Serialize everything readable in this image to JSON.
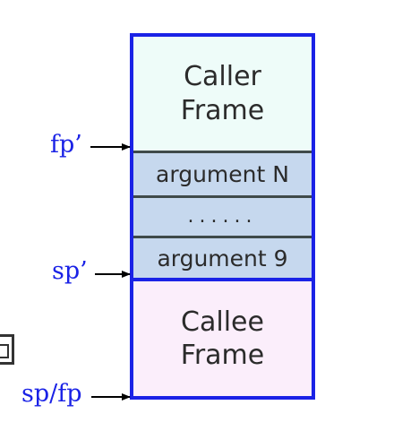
{
  "diagram": {
    "segments": {
      "caller": "Caller\nFrame",
      "argument_n": "argument N",
      "dots": "......",
      "argument_9": "argument 9",
      "callee": "Callee\nFrame"
    },
    "pointers": {
      "fp_prime": "fp’",
      "sp_prime": "sp’",
      "sp_fp": "sp/fp"
    },
    "colors": {
      "frame_border": "#1a22e6",
      "caller_fill": "#eefcf9",
      "argument_fill": "#c6d8ee",
      "callee_fill": "#fbeefb",
      "pointer_text": "#1a22e6"
    }
  }
}
